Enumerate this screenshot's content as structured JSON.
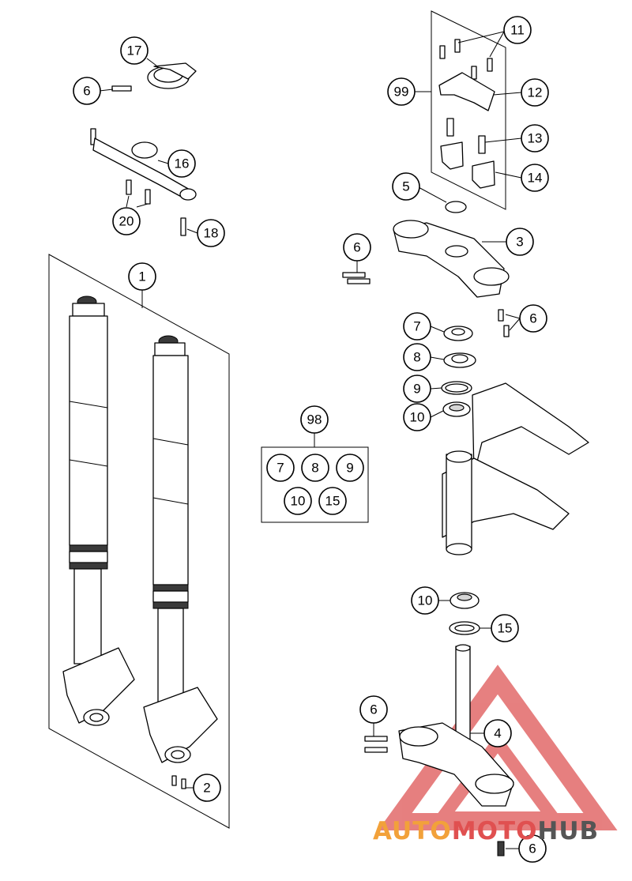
{
  "callouts": {
    "c1": "1",
    "c2": "2",
    "c3": "3",
    "c4": "4",
    "c5": "5",
    "c6a": "6",
    "c6b": "6",
    "c6c": "6",
    "c6d": "6",
    "c6e": "6",
    "c7": "7",
    "c8": "8",
    "c9": "9",
    "c10a": "10",
    "c10b": "10",
    "c11": "11",
    "c12": "12",
    "c13": "13",
    "c14": "14",
    "c15": "15",
    "c16": "16",
    "c17": "17",
    "c18": "18",
    "c20": "20",
    "c98": "98",
    "c99": "99"
  },
  "kit98": {
    "i7": "7",
    "i8": "8",
    "i9": "9",
    "i10": "10",
    "i15": "15"
  },
  "watermark": {
    "part1": "AUTO",
    "part2": "MOTO",
    "part3": "HUB",
    "color_orange": "#f2a13a",
    "color_red": "#e05050",
    "color_grey": "#555555"
  }
}
